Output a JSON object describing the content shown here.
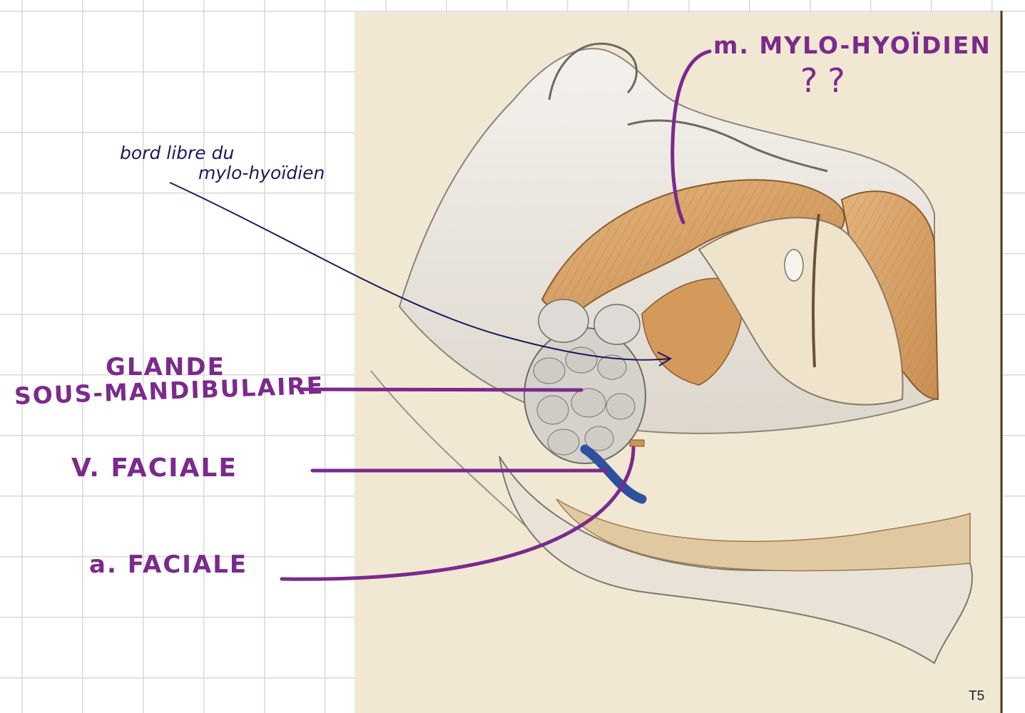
{
  "figure": {
    "code": "T5"
  },
  "annotations": {
    "mylohyoid_title": "m. MYLO-HYOÏDIEN",
    "question_marks": "??",
    "free_edge": {
      "line1": "bord libre du",
      "line2": "mylo-hyoïdien"
    },
    "gland": {
      "line1": "GLANDE",
      "line2": "SOUS-MANDIBULAIRE"
    },
    "facial_vein": "V. FACIALE",
    "facial_artery": "a. FACIALE"
  },
  "colors": {
    "annotation_purple": "#7b2a8c",
    "annotation_navy": "#1d1a5e",
    "background_paper": "#f1e8d3",
    "muscle": "#d9a46a",
    "vein_blue": "#2f4fa0",
    "gland_grey": "#d0cdc8"
  }
}
